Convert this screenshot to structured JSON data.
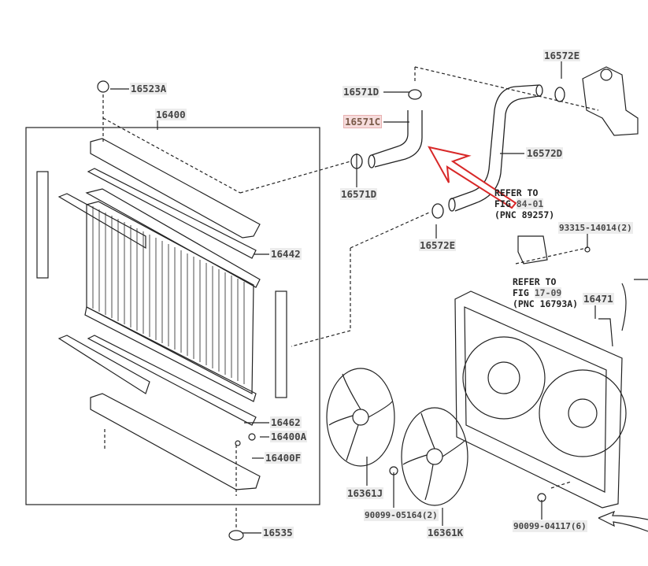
{
  "labels": {
    "p16523A": "16523A",
    "p16400": "16400",
    "p16442": "16442",
    "p16462": "16462",
    "p16400A": "16400A",
    "p16400F": "16400F",
    "p16535": "16535",
    "p16571D_top": "16571D",
    "p16571C": "16571C",
    "p16571D_bottom": "16571D",
    "p16572E_top": "16572E",
    "p16572D": "16572D",
    "p16572E_bottom": "16572E",
    "p93315": "93315-14014(2)",
    "p16471": "16471",
    "p16361J": "16361J",
    "p90099_05164": "90099-05164(2)",
    "p16361K": "16361K",
    "p90099_04117": "90099-04117(6)"
  },
  "references": [
    {
      "line1": "REFER TO",
      "fig_prefix": "FIG ",
      "fig": "84-01",
      "pnc_prefix": "(PNC ",
      "pnc": "89257)"
    },
    {
      "line1": "REFER TO",
      "fig_prefix": "FIG ",
      "fig": "17-09",
      "pnc_prefix": "(PNC ",
      "pnc": "16793A)"
    }
  ],
  "highlight": {
    "part": "16571C",
    "arrow_color": "#e03030"
  }
}
